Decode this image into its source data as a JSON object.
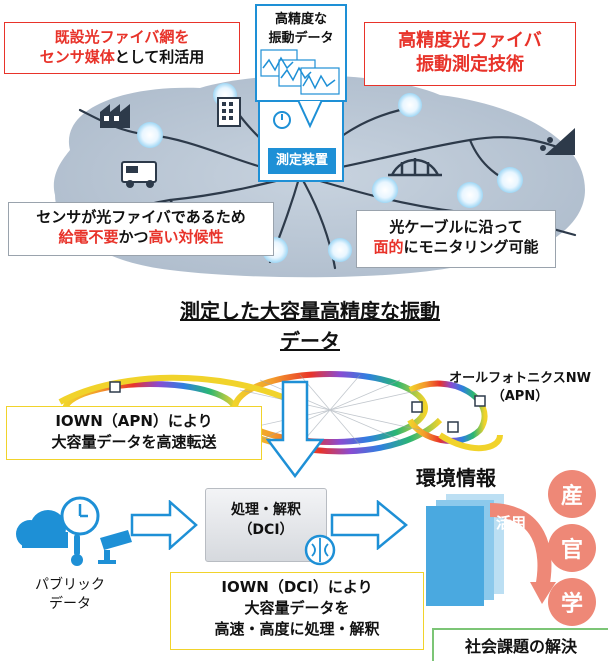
{
  "top": {
    "callout_existing_network": {
      "line1": "既設光ファイバ網を",
      "line2_a": "センサ媒体",
      "line2_b": "として利活用"
    },
    "callout_high_precision_tech": {
      "line1": "高精度光ファイバ",
      "line2": "振動測定技術"
    },
    "data_box": {
      "line1": "高精度な",
      "line2": "振動データ"
    },
    "measuring_device_label": "測定装置",
    "callout_sensor": {
      "line1": "センサが光ファイバであるため",
      "line2_a": "給電不要",
      "line2_b": "かつ",
      "line2_c": "高い対候性"
    },
    "callout_cable": {
      "line1": "光ケーブルに沿って",
      "line2_a": "面的",
      "line2_b": "にモニタリング可能"
    }
  },
  "middle": {
    "heading_line1": "測定した大容量高精度な振動",
    "heading_line2": "データ",
    "apn_label_line1": "オールフォトニクスNW",
    "apn_label_line2": "（APN）",
    "callout_apn": {
      "line1": "IOWN（APN）により",
      "line2": "大容量データを高速転送"
    }
  },
  "bottom": {
    "public_data": {
      "line1": "パブリック",
      "line2": "データ"
    },
    "processor": {
      "line1": "処理・解釈",
      "line2": "（DCI）"
    },
    "env_info_title": "環境情報",
    "utilize_label": "活用",
    "circles": [
      "産",
      "官",
      "学"
    ],
    "callout_dci": {
      "line1": "IOWN（DCI）により",
      "line2": "大容量データを",
      "line3": "高速・高度に処理・解釈"
    },
    "social_issue": "社会課題の解決"
  },
  "colors": {
    "accent_red": "#e8332a",
    "blue": "#1e90d6",
    "salmon": "#ee8877",
    "yellow": "#f1d32b",
    "green": "#7cc576"
  }
}
